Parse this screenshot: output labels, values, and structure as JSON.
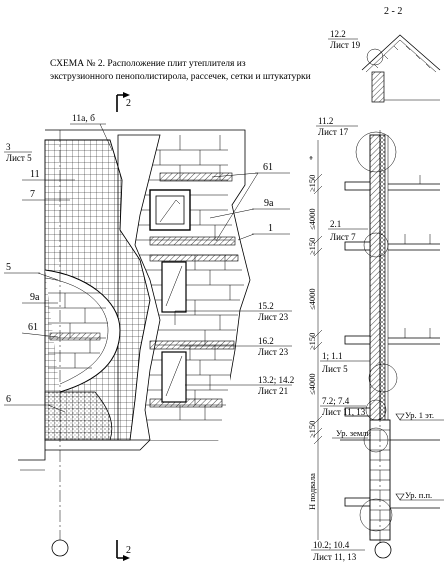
{
  "title": {
    "line1": "СХЕМА № 2. Расположение плит утеплителя из",
    "line2": "экструзионного пенополистирола, рассечек, сетки и штукатурки"
  },
  "section_label": "2 - 2",
  "cut_marker_number": "2",
  "front_labels": {
    "ref_3": "3",
    "sheet_5": "Лист 5",
    "l11": "11",
    "l7": "7",
    "l11ab": "11а, б",
    "l61_top": "61",
    "l9a_right": "9а",
    "l1": "1",
    "l5": "5",
    "l9a_left": "9а",
    "l61_left": "61",
    "l6": "6"
  },
  "ref_callouts": [
    {
      "ref": "15.2",
      "sheet": "Лист 23"
    },
    {
      "ref": "16.2",
      "sheet": "Лист 23"
    },
    {
      "ref": "13.2; 14.2",
      "sheet": "Лист 21"
    }
  ],
  "section_callouts": [
    {
      "ref": "12.2",
      "sheet": "Лист 19"
    },
    {
      "ref": "11.2",
      "sheet": "Лист 17"
    },
    {
      "ref": "2.1",
      "sheet": "Лист 7"
    },
    {
      "ref": "1; 1.1",
      "sheet": "Лист 5"
    },
    {
      "ref": "7.2; 7.4",
      "sheet": "Лист 11, 13"
    },
    {
      "ref": "10.2; 10.4",
      "sheet": "Лист 11, 13"
    }
  ],
  "dimensions": [
    "*",
    "≥150",
    "≤4000",
    "≥150",
    "≤4000",
    "≥150",
    "≤4000",
    "≥150",
    "Н подвала"
  ],
  "levels": [
    "Ур. 1 эт.",
    "Ур. земли",
    "Ур. п.п."
  ]
}
